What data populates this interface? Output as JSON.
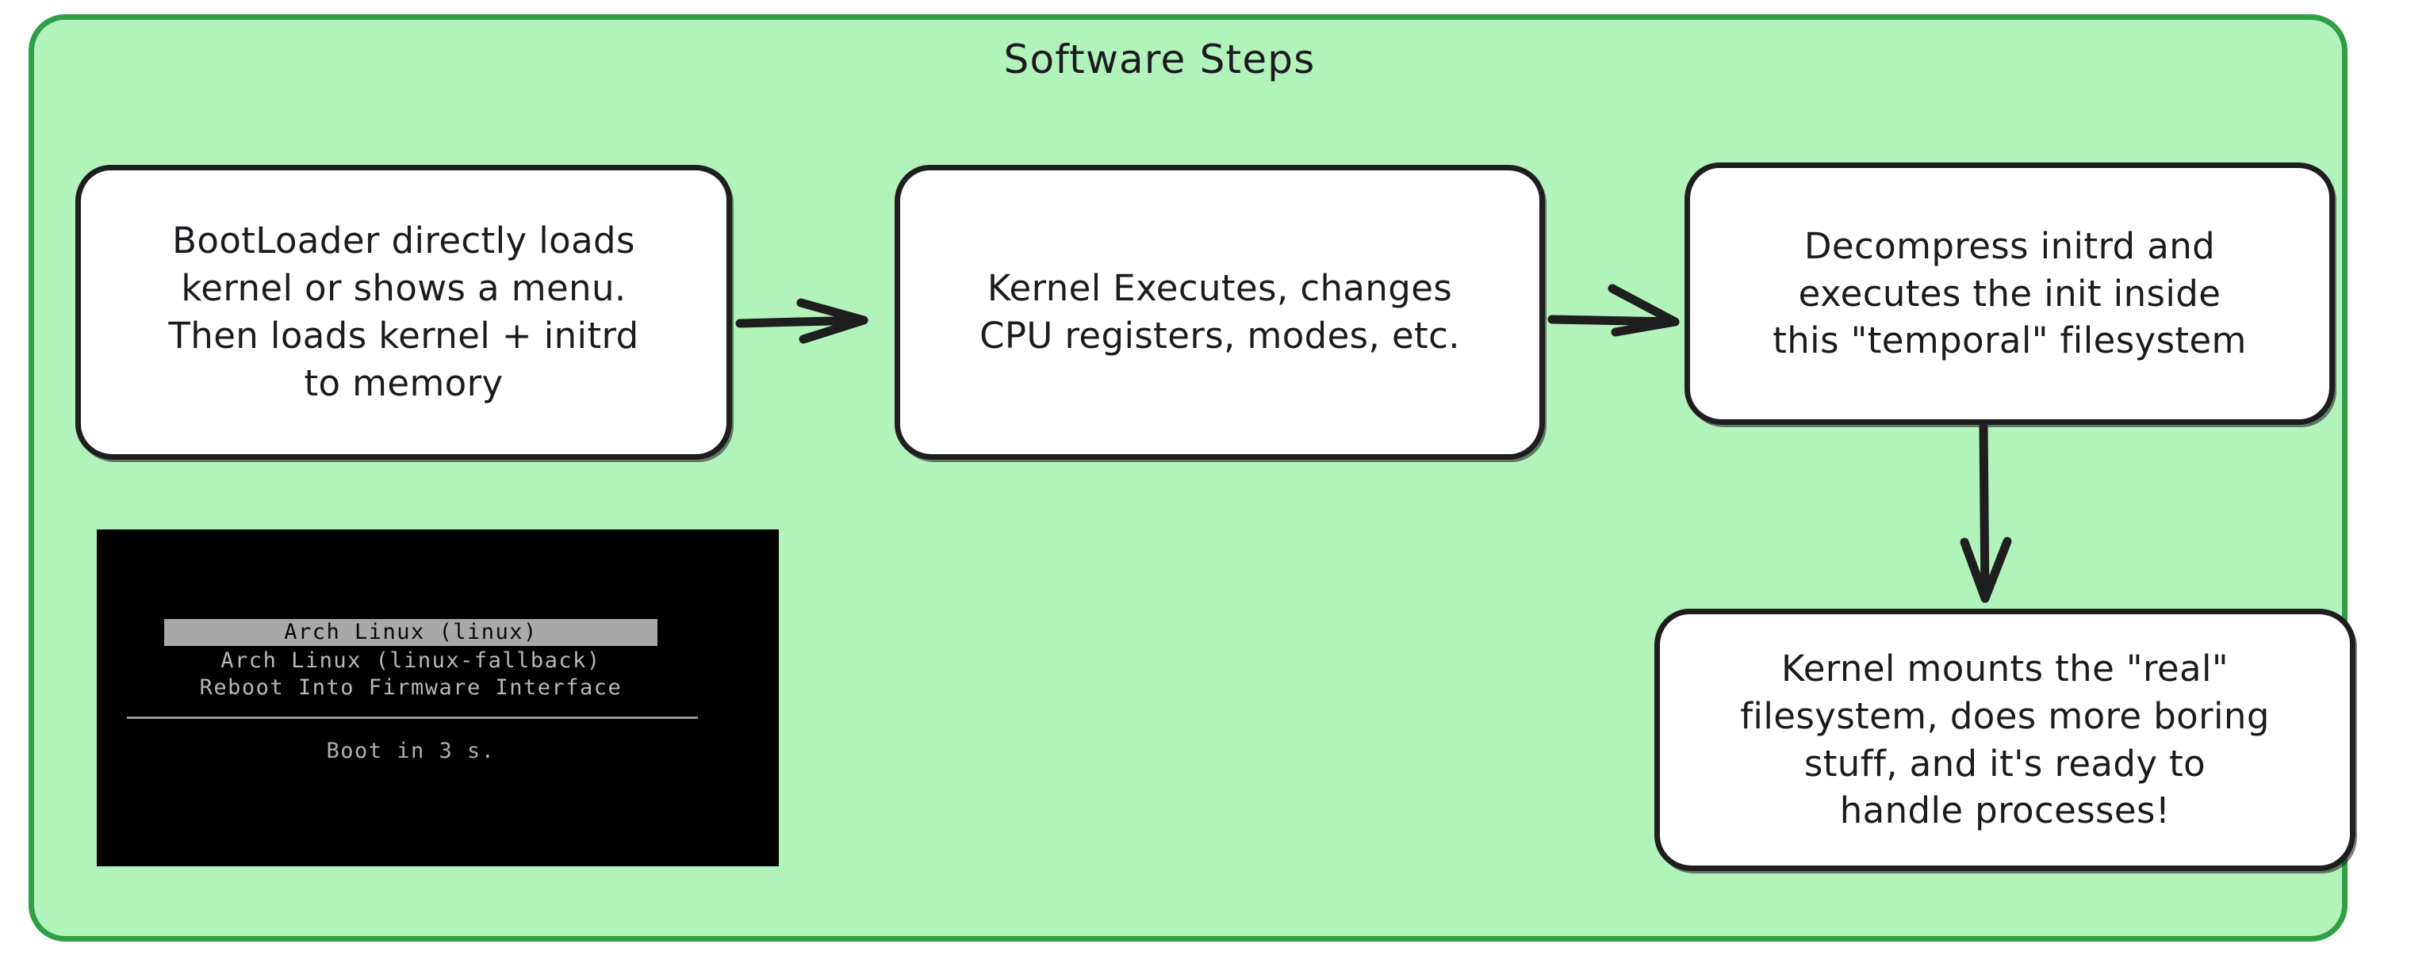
{
  "diagram": {
    "type": "flowchart",
    "title": "Software Steps",
    "frame": {
      "fill_color": "#b2f2bb",
      "stroke_color": "#2f9e44"
    },
    "nodes": [
      {
        "id": "bootloader",
        "text": "BootLoader directly loads\nkernel or shows a menu.\nThen loads kernel + initrd\nto memory"
      },
      {
        "id": "kernel",
        "text": "Kernel Executes, changes\nCPU registers, modes, etc."
      },
      {
        "id": "initrd",
        "text": "Decompress initrd and\nexecutes the init inside\nthis \"temporal\" filesystem"
      },
      {
        "id": "mount",
        "text": "Kernel mounts the \"real\"\nfilesystem, does more boring\nstuff, and it's ready to\nhandle processes!"
      }
    ],
    "edges": [
      {
        "id": "edge-bootloader-kernel",
        "from": "bootloader",
        "to": "kernel",
        "direction": "right"
      },
      {
        "id": "edge-kernel-initrd",
        "from": "kernel",
        "to": "initrd",
        "direction": "right"
      },
      {
        "id": "edge-initrd-mount",
        "from": "initrd",
        "to": "mount",
        "direction": "down"
      }
    ]
  },
  "boot_menu": {
    "entries": [
      {
        "label": "Arch Linux (linux)",
        "selected": true
      },
      {
        "label": "Arch Linux (linux-fallback)",
        "selected": false
      },
      {
        "label": "Reboot Into Firmware Interface",
        "selected": false
      }
    ],
    "countdown": "Boot in 3 s.",
    "background_color": "#000000",
    "selected_background_color": "#a8a8a8",
    "text_color": "#b8b8b8"
  }
}
